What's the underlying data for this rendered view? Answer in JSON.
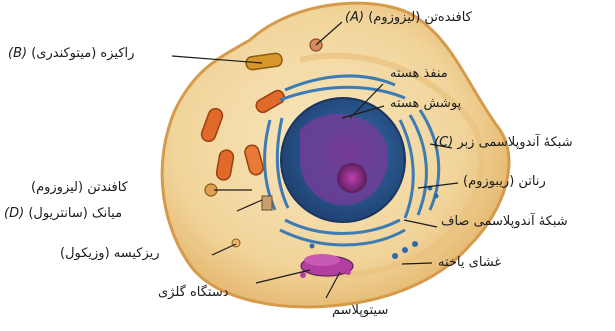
{
  "labels": {
    "lysosome_top": {
      "text": "کافنده‌تن (لیزوزوم)",
      "marker": "(A)"
    },
    "mitochondria": {
      "text": "راکیزه (میتوکندری)",
      "marker": "(B)"
    },
    "nuclear_pore": {
      "text": "منفذ هسته"
    },
    "nuclear_envelope": {
      "text": "پوشش هسته"
    },
    "rough_er": {
      "text": "شبکهٔ آندوپلاسمی زبر",
      "marker": "(C)"
    },
    "lysosome_left": {
      "text": "کافندتن (لیزوزوم)"
    },
    "ribosome": {
      "text": "رناتن (ریبوزوم)"
    },
    "centriole": {
      "text": "میانک (سانتریول)",
      "marker": "(D)"
    },
    "smooth_er": {
      "text": "شبکهٔ آندوپلاسمی صاف"
    },
    "vesicle": {
      "text": "ریزکیسه (وزیکول)"
    },
    "cell_membrane": {
      "text": "غشای یاخته"
    },
    "golgi": {
      "text": "دستگاه گلژی"
    },
    "cytoplasm": {
      "text": "سیتوپلاسم"
    }
  },
  "colors": {
    "cytoplasm": "#f4d9a0",
    "membrane": "#e8b060",
    "mitochondria": "#e06a2a",
    "nucleus": "#2f5f9a",
    "nucleolus": "#7a2a6a",
    "er": "#3d7bb5",
    "golgi": "#b03fa0"
  }
}
